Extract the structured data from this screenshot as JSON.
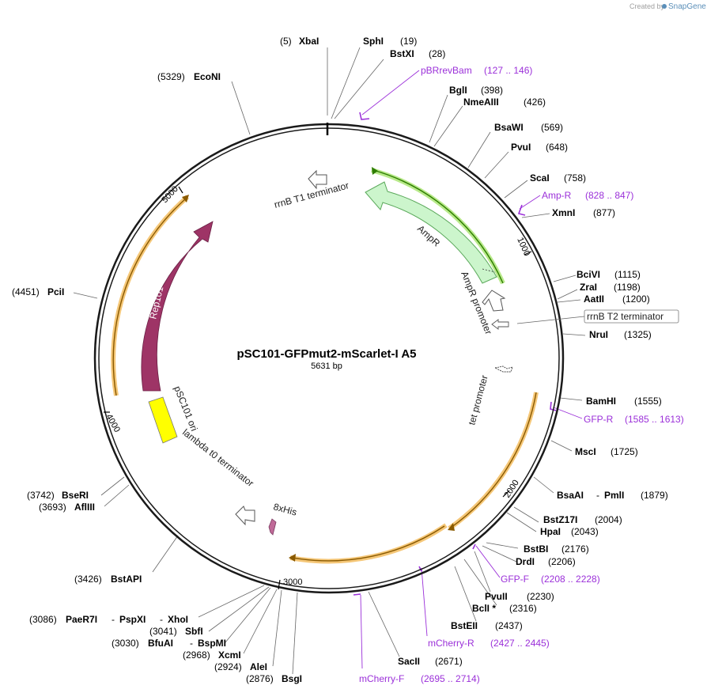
{
  "watermark": {
    "prefix": "Created by",
    "brand": "SnapGene"
  },
  "plasmid": {
    "name": "pSC101-GFPmut2-mScarlet-I A5",
    "length_label": "5631 bp"
  },
  "scale_ticks": [
    "1000",
    "2000",
    "3000",
    "4000",
    "5000"
  ],
  "features": {
    "rrnB_T1": "rrnB T1 terminator",
    "AmpR": "AmpR",
    "AmpR_promoter": "AmpR promoter",
    "rrnB_T2": "rrnB T2 terminator",
    "tet_promoter": "tet promoter",
    "Rep101": "Rep101",
    "pSC101_ori": "pSC101 ori",
    "lambda_t0": "lambda t0 terminator",
    "his8": "8xHis"
  },
  "sites": [
    {
      "pos": "(5)",
      "name": "XbaI"
    },
    {
      "name": "SphI",
      "pos": "(19)"
    },
    {
      "name": "BstXI",
      "pos": "(28)"
    },
    {
      "pos": "(5329)",
      "name": "EcoNI"
    },
    {
      "name": "BglI",
      "pos": "(398)"
    },
    {
      "name": "NmeAIII",
      "pos": "(426)"
    },
    {
      "name": "BsaWI",
      "pos": "(569)"
    },
    {
      "name": "PvuI",
      "pos": "(648)"
    },
    {
      "name": "ScaI",
      "pos": "(758)"
    },
    {
      "name": "XmnI",
      "pos": "(877)"
    },
    {
      "name": "BciVI",
      "pos": "(1115)"
    },
    {
      "name": "ZraI",
      "pos": "(1198)"
    },
    {
      "name": "AatII",
      "pos": "(1200)"
    },
    {
      "name": "NruI",
      "pos": "(1325)"
    },
    {
      "pos": "(4451)",
      "name": "PciI"
    },
    {
      "name": "BamHI",
      "pos": "(1555)"
    },
    {
      "name": "MscI",
      "pos": "(1725)"
    },
    {
      "name": "BsaAI",
      "sep": "-",
      "name2": "PmlI",
      "pos": "(1879)"
    },
    {
      "pos": "(3742)",
      "name": "BseRI"
    },
    {
      "pos": "(3693)",
      "name": "AflIII"
    },
    {
      "name": "BstZ17I",
      "pos": "(2004)"
    },
    {
      "name": "HpaI",
      "pos": "(2043)"
    },
    {
      "name": "BstBI",
      "pos": "(2176)"
    },
    {
      "name": "DrdI",
      "pos": "(2206)"
    },
    {
      "pos": "(3426)",
      "name": "BstAPI"
    },
    {
      "name": "PvuII",
      "pos": "(2230)"
    },
    {
      "name": "BclI *",
      "pos": "(2316)"
    },
    {
      "name": "BstEII",
      "pos": "(2437)"
    },
    {
      "pos": "(3086)",
      "name": "PaeR7I",
      "sep": "-",
      "name2": "PspXI",
      "sep2": "-",
      "name3": "XhoI"
    },
    {
      "pos": "(3041)",
      "name": "SbfI"
    },
    {
      "pos": "(3030)",
      "name": "BfuAI",
      "sep": "-",
      "name2": "BspMI"
    },
    {
      "pos": "(2968)",
      "name": "XcmI"
    },
    {
      "pos": "(2924)",
      "name": "AleI"
    },
    {
      "pos": "(2876)",
      "name": "BsgI"
    },
    {
      "name": "SacII",
      "pos": "(2671)"
    }
  ],
  "primers": [
    {
      "name": "pBRrevBam",
      "range": "(127 .. 146)"
    },
    {
      "name": "Amp-R",
      "range": "(828 .. 847)"
    },
    {
      "name": "GFP-R",
      "range": "(1585 .. 1613)"
    },
    {
      "name": "GFP-F",
      "range": "(2208 .. 2228)"
    },
    {
      "name": "mCherry-R",
      "range": "(2427 .. 2445)"
    },
    {
      "name": "mCherry-F",
      "range": "(2695 .. 2714)"
    }
  ],
  "colors": {
    "backbone": "#1a1a1a",
    "rep101": "#9e3466",
    "ampr": "#ccf5cc",
    "ampr_outline": "#5aa85a",
    "ori": "#ffff00",
    "cds_glow": "#f5c778",
    "cds_line": "#8a5a00",
    "amp_glow": "#b8e98a",
    "amp_line": "#2e7d00",
    "primer": "#9b30d9",
    "his": "#c06a98"
  }
}
